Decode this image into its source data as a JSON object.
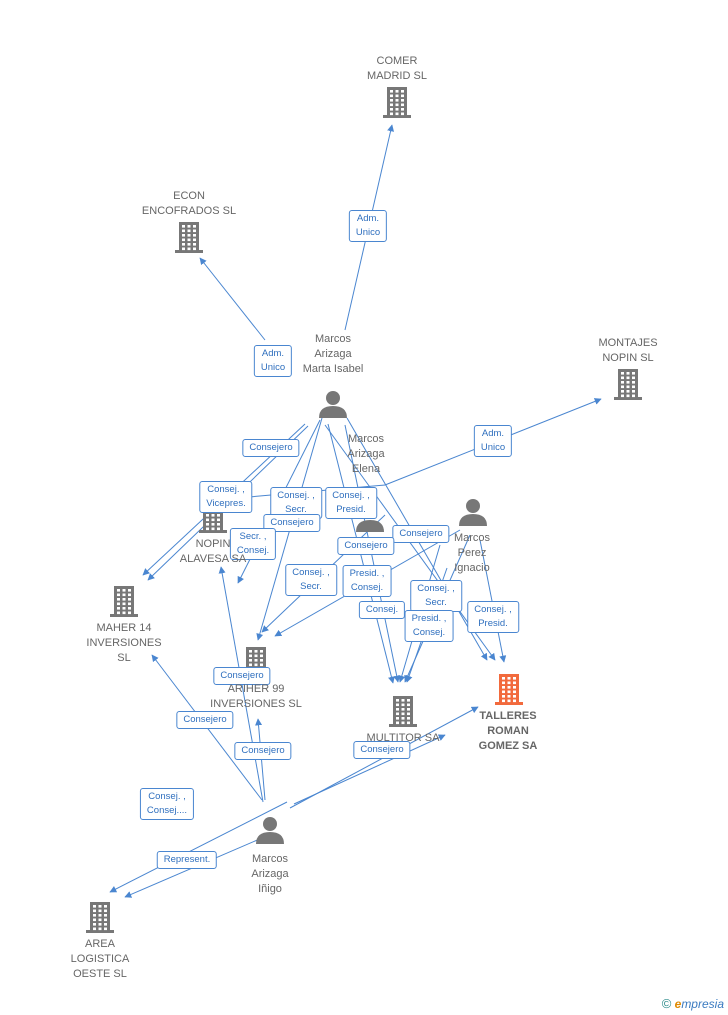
{
  "colors": {
    "edge": "#4a86d0",
    "node": "#777777",
    "highlight": "#f26a3d"
  },
  "nodes": [
    {
      "id": "comer",
      "type": "company",
      "lines": [
        "COMER",
        "MADRID SL"
      ]
    },
    {
      "id": "econ",
      "type": "company",
      "lines": [
        "ECON",
        "ENCOFRADOS SL"
      ]
    },
    {
      "id": "montajes",
      "type": "company",
      "lines": [
        "MONTAJES",
        "NOPIN SL"
      ]
    },
    {
      "id": "nopin",
      "type": "company",
      "lines": [
        "NOPIN",
        "ALAVESA SA"
      ]
    },
    {
      "id": "maher",
      "type": "company",
      "lines": [
        "MAHER 14",
        "INVERSIONES",
        "SL"
      ]
    },
    {
      "id": "ariher",
      "type": "company",
      "lines": [
        "ARIHER 99",
        "INVERSIONES SL"
      ]
    },
    {
      "id": "multitor",
      "type": "company",
      "lines": [
        "MULTITOR SA"
      ]
    },
    {
      "id": "talleres",
      "type": "company",
      "highlight": true,
      "lines": [
        "TALLERES",
        "ROMAN",
        "GOMEZ SA"
      ]
    },
    {
      "id": "area",
      "type": "company",
      "lines": [
        "AREA",
        "LOGISTICA",
        "OESTE SL"
      ]
    },
    {
      "id": "marta",
      "type": "person",
      "lines": [
        "Marcos",
        "Arizaga",
        "Marta Isabel"
      ]
    },
    {
      "id": "elena",
      "type": "person",
      "lines": [
        "Marcos",
        "Arizaga",
        "Elena"
      ]
    },
    {
      "id": "perez",
      "type": "person",
      "lines": [
        "Marcos",
        "Perez",
        "Ignacio"
      ]
    },
    {
      "id": "inigo",
      "type": "person",
      "lines": [
        "Marcos",
        "Arizaga",
        "Iñigo"
      ]
    }
  ],
  "edges": [
    {
      "label": [
        "Adm.",
        "Unico"
      ]
    },
    {
      "label": [
        "Adm.",
        "Unico"
      ]
    },
    {
      "label": [
        "Adm.",
        "Unico"
      ]
    },
    {
      "label": [
        "Consejero"
      ]
    },
    {
      "label": [
        "Consej. ,",
        "Vicepres."
      ]
    },
    {
      "label": [
        "Consej. ,",
        "Secr."
      ]
    },
    {
      "label": [
        "Consejero"
      ]
    },
    {
      "label": [
        "Consej. ,",
        "Presid."
      ]
    },
    {
      "label": [
        "Secr. ,",
        "Consej."
      ]
    },
    {
      "label": [
        "Consejero"
      ]
    },
    {
      "label": [
        "Consejero"
      ]
    },
    {
      "label": [
        "Consej. ,",
        "Secr."
      ]
    },
    {
      "label": [
        "Presid. ,",
        "Consej."
      ]
    },
    {
      "label": [
        "Consej."
      ]
    },
    {
      "label": [
        "Consej. ,",
        "Secr."
      ]
    },
    {
      "label": [
        "Presid. ,",
        "Consej."
      ]
    },
    {
      "label": [
        "Consej. ,",
        "Presid."
      ]
    },
    {
      "label": [
        "Consejero"
      ]
    },
    {
      "label": [
        "Consejero"
      ]
    },
    {
      "label": [
        "Consejero"
      ]
    },
    {
      "label": [
        "Consejero"
      ]
    },
    {
      "label": [
        "Consejero"
      ]
    },
    {
      "label": [
        "Consej. ,",
        "Consej...."
      ]
    },
    {
      "label": [
        "Represent."
      ]
    }
  ],
  "footer": {
    "copyright": "©",
    "brand_e": "e",
    "brand_rest": "mpresia"
  }
}
